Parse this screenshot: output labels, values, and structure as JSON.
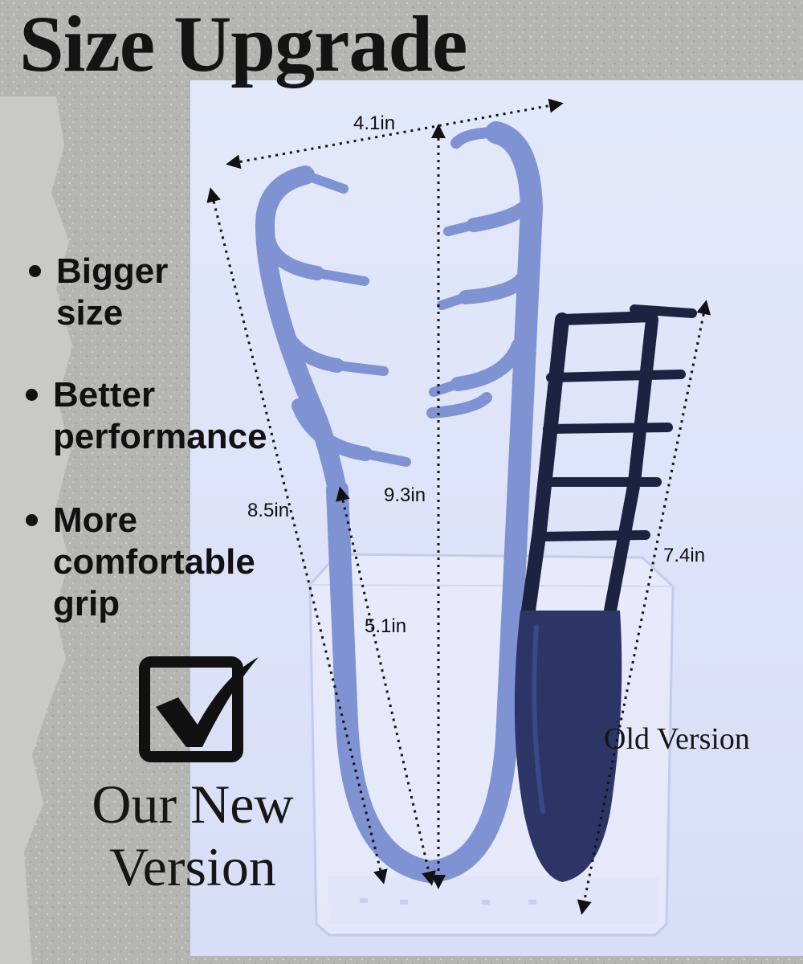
{
  "title": "Size Upgrade",
  "features": [
    {
      "line1": "Bigger",
      "line2": "size",
      "line3": ""
    },
    {
      "line1": "Better",
      "line2": "performance",
      "line3": ""
    },
    {
      "line1": "More",
      "line2": "comfortable",
      "line3": "grip"
    }
  ],
  "dimensions": {
    "width": "4.1in",
    "new_length": "9.3in",
    "side_length": "8.5in",
    "handle_length": "5.1in",
    "old_length": "7.4in"
  },
  "badge_icon": "checkbox-check-icon",
  "new_version_line1": "Our New",
  "new_version_line2": "Version",
  "old_version_label": "Old Version",
  "colors": {
    "new_tool": "#7f92d2",
    "old_tool": "#1c2240",
    "photo_bg": "#dde4fa",
    "backdrop": "#b6b6b4"
  }
}
